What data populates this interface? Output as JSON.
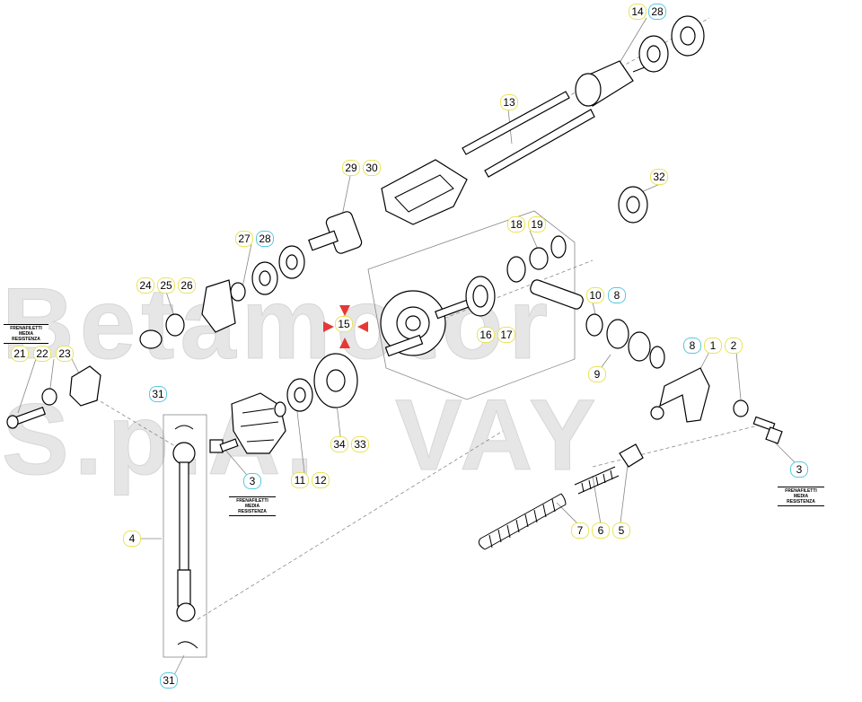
{
  "watermark": {
    "line1": "Betamotor S.p.A.",
    "line2": "VAY"
  },
  "notes": [
    {
      "text": "FRENAFILETTI MEDIA RESISTENZA"
    },
    {
      "text": "FRENAFILETTI MEDIA RESISTENZA"
    },
    {
      "text": "FRENAFILETTI MEDIA RESISTENZA"
    }
  ],
  "callouts": [
    {
      "id": "c14",
      "label": "14"
    },
    {
      "id": "c28a",
      "label": "28"
    },
    {
      "id": "c13",
      "label": "13"
    },
    {
      "id": "c29",
      "label": "29"
    },
    {
      "id": "c30",
      "label": "30"
    },
    {
      "id": "c32",
      "label": "32"
    },
    {
      "id": "c27",
      "label": "27"
    },
    {
      "id": "c28b",
      "label": "28"
    },
    {
      "id": "c18",
      "label": "18"
    },
    {
      "id": "c19",
      "label": "19"
    },
    {
      "id": "c24",
      "label": "24"
    },
    {
      "id": "c25",
      "label": "25"
    },
    {
      "id": "c26",
      "label": "26"
    },
    {
      "id": "c15",
      "label": "15"
    },
    {
      "id": "c16",
      "label": "16"
    },
    {
      "id": "c17",
      "label": "17"
    },
    {
      "id": "c10",
      "label": "10"
    },
    {
      "id": "c8a",
      "label": "8"
    },
    {
      "id": "c8b",
      "label": "8"
    },
    {
      "id": "c1",
      "label": "1"
    },
    {
      "id": "c2",
      "label": "2"
    },
    {
      "id": "c9",
      "label": "9"
    },
    {
      "id": "c21",
      "label": "21"
    },
    {
      "id": "c22",
      "label": "22"
    },
    {
      "id": "c23",
      "label": "23"
    },
    {
      "id": "c31a",
      "label": "31"
    },
    {
      "id": "c34",
      "label": "34"
    },
    {
      "id": "c33",
      "label": "33"
    },
    {
      "id": "c11",
      "label": "11"
    },
    {
      "id": "c12",
      "label": "12"
    },
    {
      "id": "c3a",
      "label": "3"
    },
    {
      "id": "c3b",
      "label": "3"
    },
    {
      "id": "c7",
      "label": "7"
    },
    {
      "id": "c6",
      "label": "6"
    },
    {
      "id": "c5",
      "label": "5"
    },
    {
      "id": "c4",
      "label": "4"
    },
    {
      "id": "c31b",
      "label": "31"
    }
  ],
  "colors": {
    "yellow": "#e9e35a",
    "blue": "#56c8e0",
    "marker": "#e53935"
  }
}
